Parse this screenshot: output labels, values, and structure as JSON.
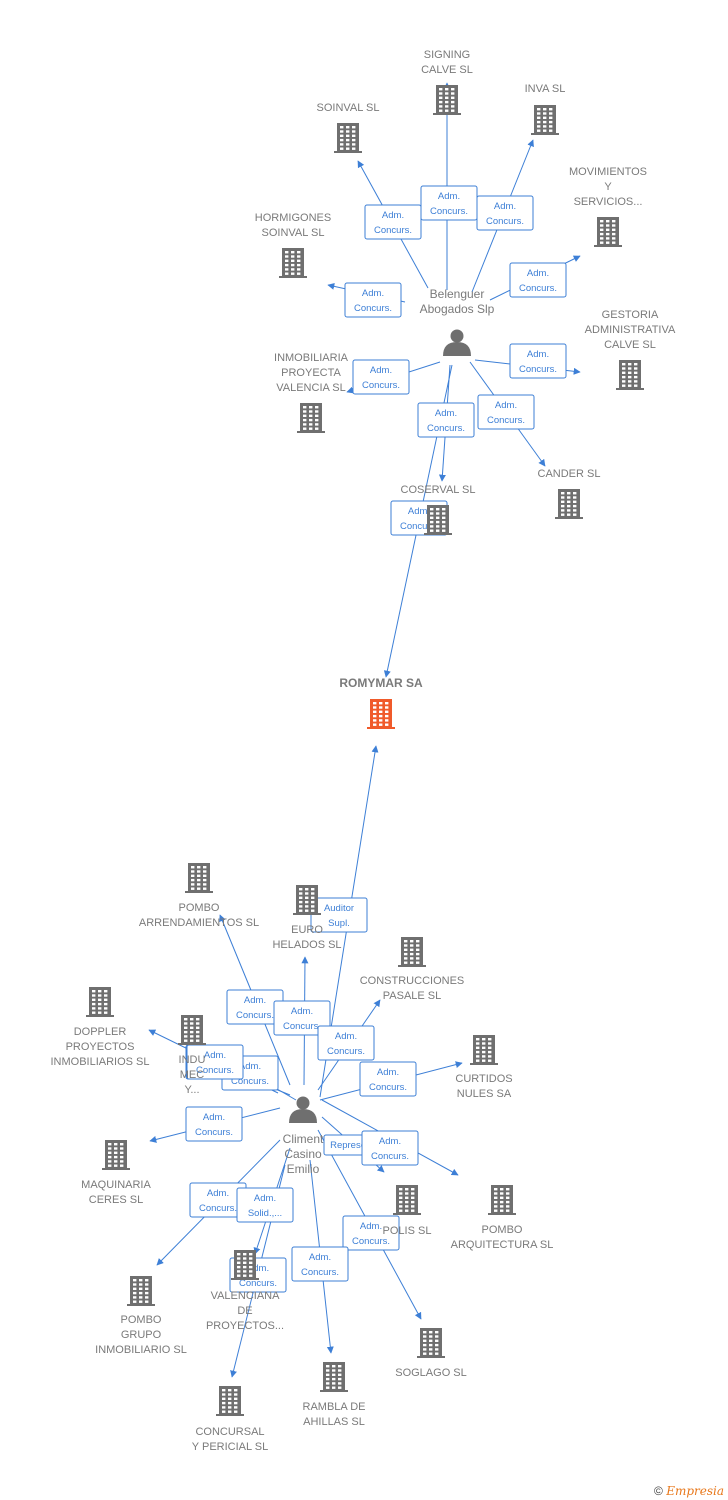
{
  "footer": {
    "copyright": "©",
    "brand": "Empresia"
  },
  "colors": {
    "edge": "#3d7fd6",
    "node": "#6f6f6f",
    "focus": "#f05a2a",
    "label": "#7a7a7a"
  },
  "nodes": [
    {
      "id": "signing",
      "type": "company",
      "lines": [
        "SIGNING",
        "CALVE  SL"
      ]
    },
    {
      "id": "inva",
      "type": "company",
      "lines": [
        "INVA SL"
      ]
    },
    {
      "id": "soinval",
      "type": "company",
      "lines": [
        "SOINVAL SL"
      ]
    },
    {
      "id": "movimientos",
      "type": "company",
      "lines": [
        "MOVIMIENTOS",
        "Y",
        "SERVICIOS..."
      ]
    },
    {
      "id": "hormigones",
      "type": "company",
      "lines": [
        "HORMIGONES",
        "SOINVAL SL"
      ]
    },
    {
      "id": "belenguer",
      "type": "person",
      "lines": [
        "Belenguer",
        "Abogados Slp"
      ]
    },
    {
      "id": "gestoria",
      "type": "company",
      "lines": [
        "GESTORIA",
        "ADMINISTRATIVA",
        "CALVE SL"
      ]
    },
    {
      "id": "inmobiliaria",
      "type": "company",
      "lines": [
        "INMOBILIARIA",
        "PROYECTA",
        "VALENCIA SL"
      ]
    },
    {
      "id": "cander",
      "type": "company",
      "lines": [
        "CANDER SL"
      ]
    },
    {
      "id": "coserval",
      "type": "company",
      "lines": [
        "COSERVAL SL"
      ]
    },
    {
      "id": "romymar",
      "type": "focus",
      "lines": [
        "ROMYMAR SA"
      ]
    },
    {
      "id": "pombo_arr",
      "type": "company",
      "lines": [
        "POMBO",
        "ARRENDAMIENTOS SL"
      ]
    },
    {
      "id": "euro",
      "type": "company",
      "lines": [
        "EURO",
        "HELADOS SL"
      ]
    },
    {
      "id": "construcciones",
      "type": "company",
      "lines": [
        "CONSTRUCCIONES",
        "PASALE SL"
      ]
    },
    {
      "id": "doppler",
      "type": "company",
      "lines": [
        "DOPPLER",
        "PROYECTOS",
        "INMOBILIARIOS SL"
      ]
    },
    {
      "id": "indu",
      "type": "company",
      "lines": [
        "INDU",
        "MEC",
        "Y..."
      ]
    },
    {
      "id": "curtidos",
      "type": "company",
      "lines": [
        "CURTIDOS",
        "NULES SA"
      ]
    },
    {
      "id": "climent",
      "type": "person",
      "lines": [
        "Climent",
        "Casino",
        "Emilio"
      ]
    },
    {
      "id": "maquinaria",
      "type": "company",
      "lines": [
        "MAQUINARIA",
        "CERES SL"
      ]
    },
    {
      "id": "polis",
      "type": "company",
      "lines": [
        "POLIS SL"
      ]
    },
    {
      "id": "pombo_arq",
      "type": "company",
      "lines": [
        "POMBO",
        "ARQUITECTURA SL"
      ]
    },
    {
      "id": "pombo_grupo",
      "type": "company",
      "lines": [
        "POMBO",
        "GRUPO",
        "INMOBILIARIO SL"
      ]
    },
    {
      "id": "valenciana",
      "type": "company",
      "lines": [
        "VALENCIANA",
        "DE",
        "PROYECTOS..."
      ]
    },
    {
      "id": "soglago",
      "type": "company",
      "lines": [
        "SOGLAGO SL"
      ]
    },
    {
      "id": "rambla",
      "type": "company",
      "lines": [
        "RAMBLA DE",
        "AHILLAS SL"
      ]
    },
    {
      "id": "concursal",
      "type": "company",
      "lines": [
        "CONCURSAL",
        "Y PERICIAL  SL"
      ]
    }
  ],
  "edges": [
    {
      "from": "belenguer",
      "to": "signing",
      "label": [
        "Adm.",
        "Concurs."
      ]
    },
    {
      "from": "belenguer",
      "to": "inva",
      "label": [
        "Adm.",
        "Concurs."
      ]
    },
    {
      "from": "belenguer",
      "to": "soinval",
      "label": [
        "Adm.",
        "Concurs."
      ]
    },
    {
      "from": "belenguer",
      "to": "movimientos",
      "label": [
        "Adm.",
        "Concurs."
      ]
    },
    {
      "from": "belenguer",
      "to": "hormigones",
      "label": [
        "Adm.",
        "Concurs."
      ]
    },
    {
      "from": "belenguer",
      "to": "gestoria",
      "label": [
        "Adm.",
        "Concurs."
      ]
    },
    {
      "from": "belenguer",
      "to": "inmobiliaria",
      "label": [
        "Adm.",
        "Concurs."
      ]
    },
    {
      "from": "belenguer",
      "to": "cander",
      "label": [
        "Adm.",
        "Concurs."
      ]
    },
    {
      "from": "belenguer",
      "to": "coserval",
      "label": [
        "Adm.",
        "Concurs."
      ]
    },
    {
      "from": "belenguer",
      "to": "romymar",
      "label": [
        "Adm.",
        "Concurs."
      ]
    },
    {
      "from": "climent",
      "to": "romymar",
      "label": [
        "Auditor",
        "Supl."
      ]
    },
    {
      "from": "climent",
      "to": "pombo_arr",
      "label": [
        "Adm.",
        "Concurs."
      ]
    },
    {
      "from": "climent",
      "to": "euro",
      "label": [
        "Adm.",
        "Concurs."
      ]
    },
    {
      "from": "climent",
      "to": "construcciones",
      "label": [
        "Adm.",
        "Concurs."
      ]
    },
    {
      "from": "climent",
      "to": "doppler",
      "label": [
        "Adm.",
        "Concurs."
      ]
    },
    {
      "from": "climent",
      "to": "indu",
      "label": [
        "Adm.",
        "Concurs."
      ]
    },
    {
      "from": "climent",
      "to": "curtidos",
      "label": [
        "Adm.",
        "Concurs."
      ]
    },
    {
      "from": "climent",
      "to": "maquinaria",
      "label": [
        "Adm.",
        "Concurs."
      ]
    },
    {
      "from": "climent",
      "to": "polis",
      "label": [
        "Represe..."
      ]
    },
    {
      "from": "climent",
      "to": "pombo_arq",
      "label": [
        "Adm.",
        "Concurs."
      ]
    },
    {
      "from": "climent",
      "to": "pombo_grupo",
      "label": [
        "Adm.",
        "Concurs."
      ]
    },
    {
      "from": "climent",
      "to": "valenciana",
      "label": [
        "Adm.",
        "Solid.,..."
      ]
    },
    {
      "from": "climent",
      "to": "soglago",
      "label": [
        "Adm.",
        "Concurs."
      ]
    },
    {
      "from": "climent",
      "to": "rambla",
      "label": [
        "Adm.",
        "Concurs."
      ]
    },
    {
      "from": "climent",
      "to": "concursal",
      "label": [
        "Adm.",
        "Concurs."
      ]
    },
    {
      "from": "climent",
      "to": "indu",
      "label": [
        "Adm.",
        "Concurs."
      ]
    }
  ]
}
